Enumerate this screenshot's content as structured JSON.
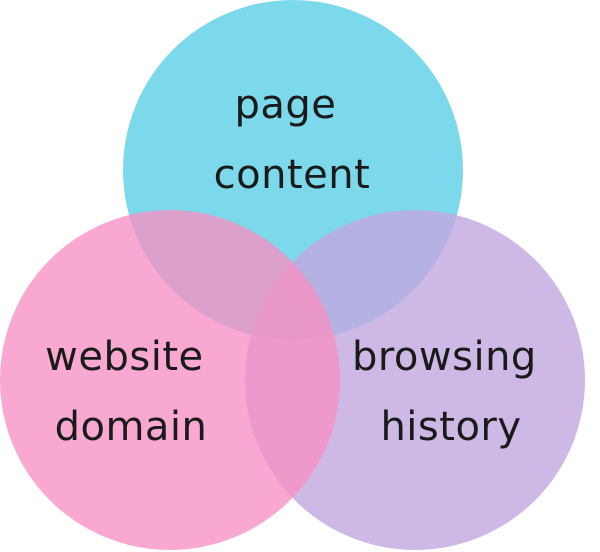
{
  "diagram": {
    "type": "venn",
    "sets": [
      {
        "id": "page-content",
        "label_lines": [
          "page",
          "content"
        ],
        "color": "#5FD0E6"
      },
      {
        "id": "website-domain",
        "label_lines": [
          "website",
          "domain"
        ],
        "color": "#F790C4"
      },
      {
        "id": "browsing-history",
        "label_lines": [
          "browsing",
          "history"
        ],
        "color": "#C2A8E0"
      }
    ]
  }
}
